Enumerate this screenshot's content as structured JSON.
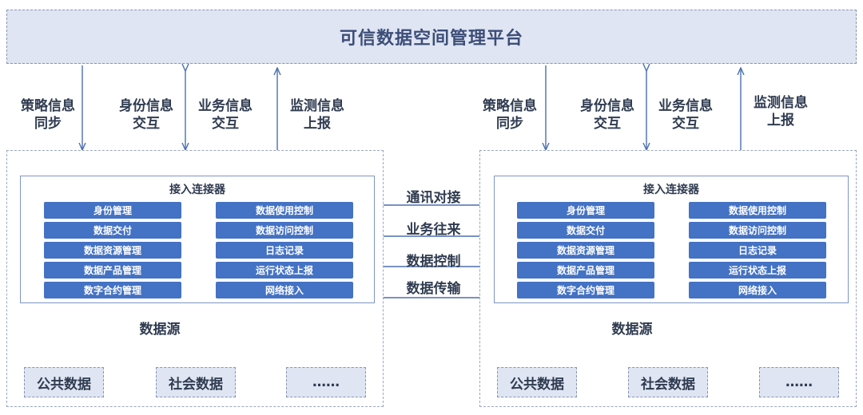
{
  "platform": {
    "title": "可信数据空间管理平台"
  },
  "info_links": {
    "policy_sync": "策略信息\n同步",
    "identity_exchange": "身份信息\n交互",
    "business_exchange": "业务信息\n交互",
    "monitor_report": "监测信息\n上报"
  },
  "connector": {
    "title": "接入连接器",
    "modules_left": [
      "身份管理",
      "数据交付",
      "数据资源管理",
      "数据产品管理",
      "数字合约管理"
    ],
    "modules_right": [
      "数据使用控制",
      "数据访问控制",
      "日志记录",
      "运行状态上报",
      "网络接入"
    ]
  },
  "flows": [
    "通讯对接",
    "业务往来",
    "数据控制",
    "数据传输"
  ],
  "sources": {
    "label": "数据源",
    "items": [
      "公共数据",
      "社会数据",
      "……"
    ]
  },
  "colors": {
    "platform_bg": "#dfe5f2",
    "module_blue": "#4472c4",
    "line_blue": "#4a6fb0",
    "line_gray": "#9a9a9a"
  }
}
